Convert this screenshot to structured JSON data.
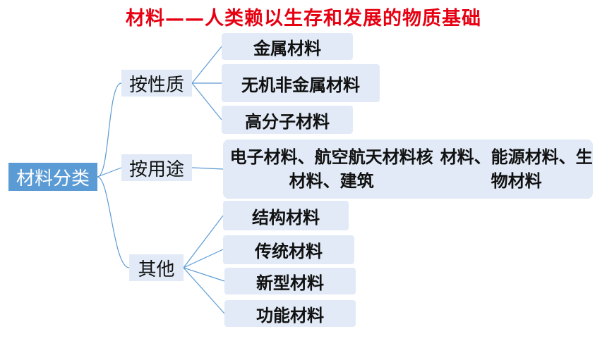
{
  "title": "材料——人类赖以生存和发展的物质基础",
  "root": {
    "label": "材料分类"
  },
  "branches": [
    {
      "label": "按性质",
      "leaves": [
        "金属材料",
        "无机非金属材料",
        "高分子材料"
      ]
    },
    {
      "label": "按用途",
      "leaves": [
        [
          "电子材料、航空航天材料核材料、建筑",
          "材料、能源材料、生物材料"
        ]
      ]
    },
    {
      "label": "其他",
      "leaves": [
        "结构材料",
        "传统材料",
        "新型材料",
        "功能材料"
      ]
    }
  ],
  "colors": {
    "title": "#e60012",
    "root_fill": "#5b9bd5",
    "node_fill": "#e1eaf6",
    "connector": "#5b9bd5"
  }
}
